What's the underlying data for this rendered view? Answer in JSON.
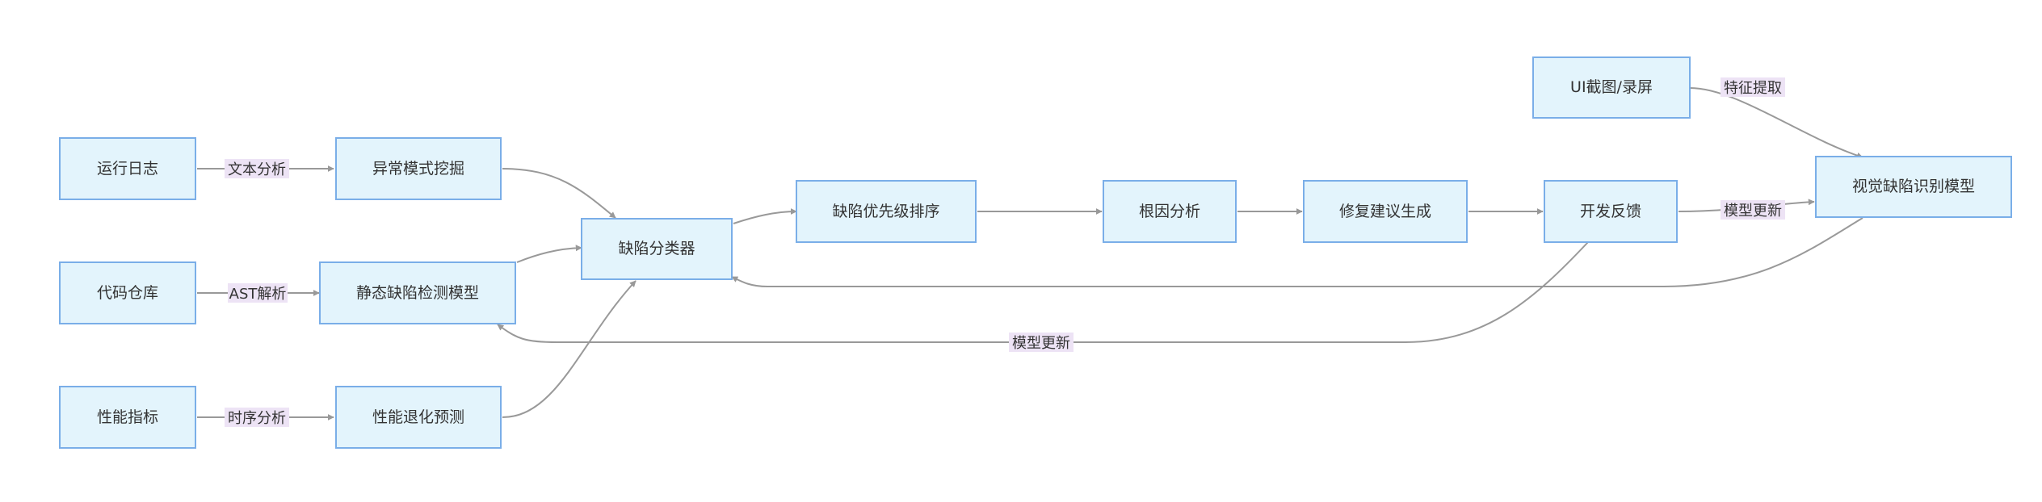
{
  "diagram": {
    "nodes": {
      "run_logs": "运行日志",
      "anomaly_mining": "异常模式挖掘",
      "code_repo": "代码仓库",
      "static_model": "静态缺陷检测模型",
      "perf_metrics": "性能指标",
      "perf_prediction": "性能退化预测",
      "defect_classifier": "缺陷分类器",
      "priority_sort": "缺陷优先级排序",
      "root_cause": "根因分析",
      "fix_suggestion": "修复建议生成",
      "dev_feedback": "开发反馈",
      "ui_capture": "UI截图/录屏",
      "visual_model": "视觉缺陷识别模型"
    },
    "edge_labels": {
      "text_analysis": "文本分析",
      "ast_parse": "AST解析",
      "timeseries_analysis": "时序分析",
      "feature_extract": "特征提取",
      "model_update_top": "模型更新",
      "model_update_bottom": "模型更新"
    },
    "colors": {
      "node_fill": "#e3f4fc",
      "node_border": "#7aaee8",
      "edge": "#999999",
      "edge_label_bg": "#ede3f5",
      "text": "#333333"
    }
  }
}
